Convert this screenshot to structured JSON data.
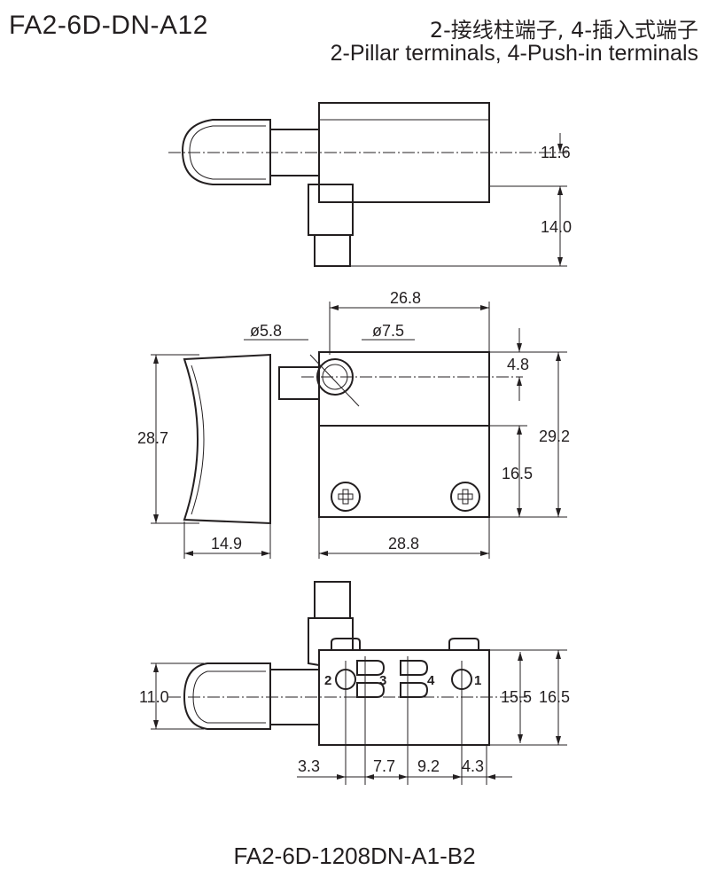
{
  "header": {
    "model": "FA2-6D-DN-A12",
    "subtitle_cn": "2-接线柱端子, 4-插入式端子",
    "subtitle_en": "2-Pillar terminals, 4-Push-in terminals"
  },
  "footer": {
    "part_number": "FA2-6D-1208DN-A1-B2"
  },
  "dimensions": {
    "top_view": {
      "d1": "11.6",
      "d2": "14.0"
    },
    "front_view": {
      "width_top": "26.8",
      "dia_small": "ø5.8",
      "dia_large": "ø7.5",
      "offset": "4.8",
      "height_total": "29.2",
      "height_lower": "16.5",
      "trigger_height": "28.7",
      "trigger_width": "14.9",
      "body_width": "28.8"
    },
    "bottom_view": {
      "trigger_height": "11.0",
      "h1": "15.5",
      "h2": "16.5",
      "s1": "3.3",
      "s2": "7.7",
      "s3": "9.2",
      "s4": "4.3"
    }
  },
  "terminals": {
    "t1": "1",
    "t2": "2",
    "t3": "3",
    "t4": "4"
  }
}
